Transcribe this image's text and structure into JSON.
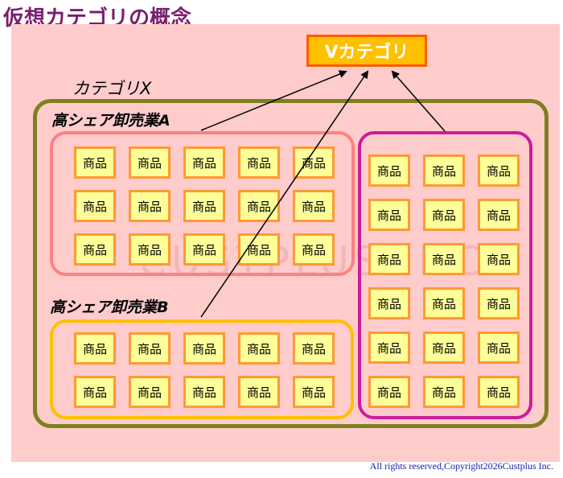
{
  "title": "仮想カテゴリの概念",
  "vcategory": "Vカテゴリ",
  "category_x": "カテゴリX",
  "group_a_label": "高シェア卸売業A",
  "group_b_label": "高シェア卸売業B",
  "item_label": "商品",
  "watermark": "CUSTPLUS INC",
  "footer": "All rights reserved,Copyright2026Custplus Inc.",
  "colors": {
    "background": "#ffcccc",
    "vcategory_fill": "#ffc000",
    "vcategory_border": "#ff5a00",
    "category_x_border": "#7f7f1f",
    "group_a_border": "#ff8080",
    "group_b_border": "#ffc000",
    "group_c_border": "#cc1c99",
    "item_fill": "#ffff99",
    "item_border": "#ff9933"
  }
}
